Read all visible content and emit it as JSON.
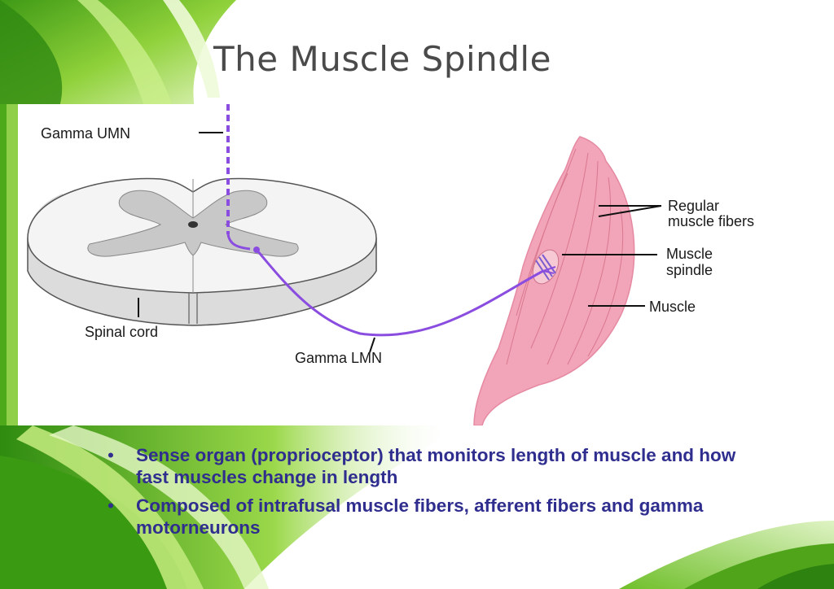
{
  "slide": {
    "title": "The Muscle Spindle"
  },
  "diagram": {
    "labels": {
      "gamma_umn": "Gamma UMN",
      "spinal_cord": "Spinal cord",
      "gamma_lmn": "Gamma LMN",
      "regular_fibers_line1": "Regular",
      "regular_fibers_line2": "muscle fibers",
      "spindle_line1": "Muscle",
      "spindle_line2": "spindle",
      "muscle": "Muscle"
    },
    "colors": {
      "nerve": "#8a4de0",
      "muscle": "#f2a4b8",
      "gray_matter": "#c8c8c8",
      "white_matter": "#f4f4f4"
    }
  },
  "bullets": {
    "bullet_symbol": "•",
    "items": [
      "Sense organ (proprioceptor) that monitors length of muscle and how fast muscles change in length",
      "Composed of intrafusal muscle fibers, afferent fibers and gamma motorneurons"
    ]
  }
}
